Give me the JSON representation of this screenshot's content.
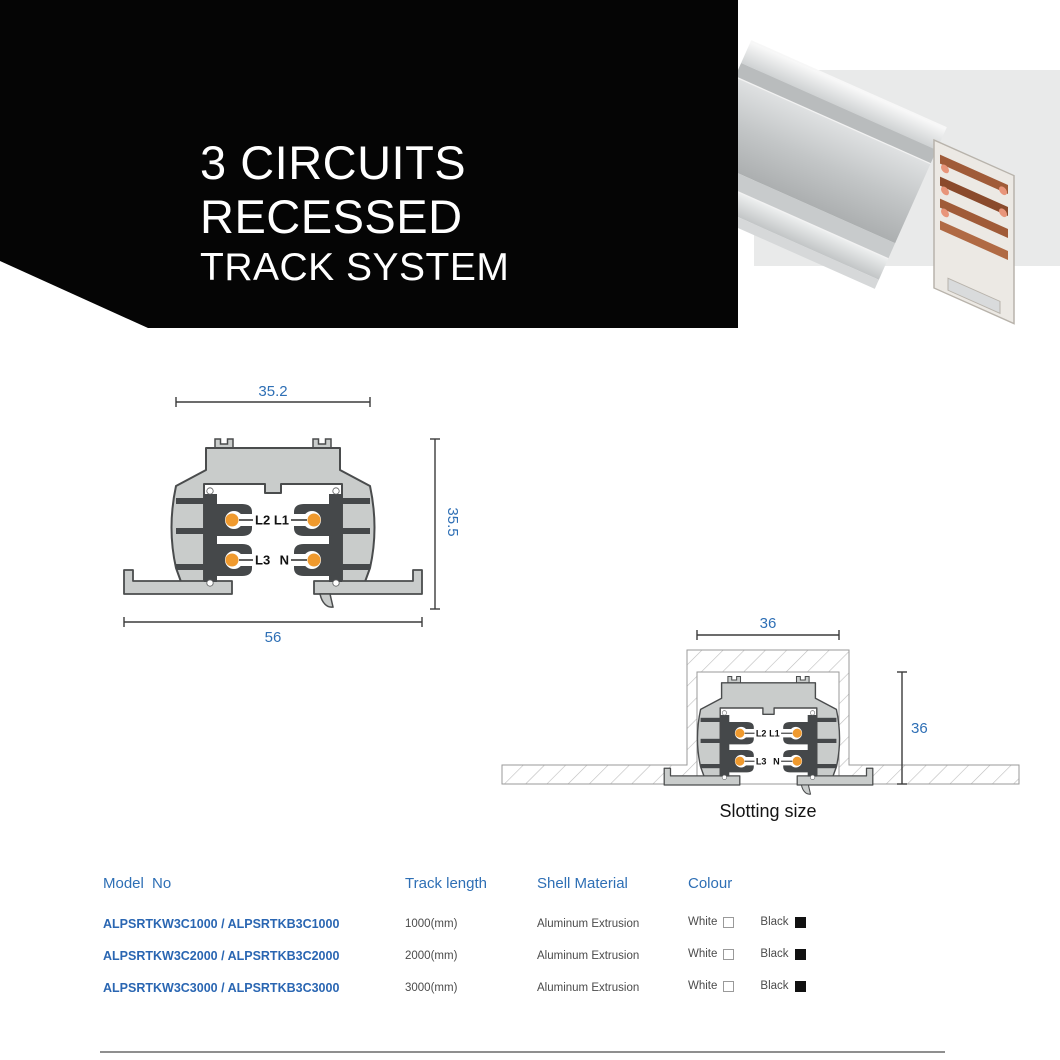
{
  "banner": {
    "line1": "3 CIRCUITS",
    "line2": "RECESSED",
    "line3": "TRACK SYSTEM"
  },
  "cross_section": {
    "dim_top_width": "35.2",
    "dim_height": "35.5",
    "dim_overall_width": "56"
  },
  "recessed": {
    "dim_slot_width": "36",
    "dim_slot_depth": "36",
    "caption": "Slotting size"
  },
  "conductors": {
    "l2": "L2",
    "l3": "L3",
    "l1": "L1",
    "n": "N"
  },
  "table": {
    "headers": {
      "model": "Model",
      "model_no": "No",
      "length": "Track length",
      "material": "Shell Material",
      "colour": "Colour"
    },
    "rows": [
      {
        "model": "ALPSRTKW3C1000 / ALPSRTKB3C1000",
        "length": "1000(mm)",
        "material": "Aluminum Extrusion",
        "white": "White",
        "black": "Black"
      },
      {
        "model": "ALPSRTKW3C2000 / ALPSRTKB3C2000",
        "length": "2000(mm)",
        "material": "Aluminum Extrusion",
        "white": "White",
        "black": "Black"
      },
      {
        "model": "ALPSRTKW3C3000 / ALPSRTKB3C3000",
        "length": "3000(mm)",
        "material": "Aluminum Extrusion",
        "white": "White",
        "black": "Black"
      }
    ]
  },
  "colors": {
    "accent_blue": "#2e6fb5",
    "model_blue": "#2a66b2",
    "conductor_orange": "#f09a2e",
    "banner_black": "#050505",
    "profile_silver": "#c9cccb",
    "insulator_dark": "#45484a"
  }
}
